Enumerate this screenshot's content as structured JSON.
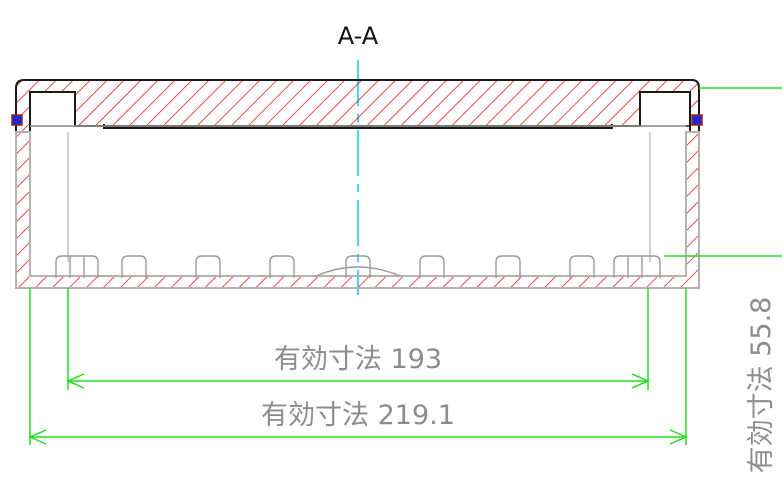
{
  "section_label": "A-A",
  "dimensions": {
    "inner_width": "有効寸法 193",
    "outer_width": "有効寸法 219.1",
    "height": "有効寸法 55.8"
  },
  "colors": {
    "outline": "#1a1a1a",
    "section_outline": "#b3b3b3",
    "hatch": "#e02020",
    "dimension": "#22dd22",
    "center_line": "#00c8ff",
    "text": "#8c8c8c",
    "seal": "#1a2bd6"
  }
}
